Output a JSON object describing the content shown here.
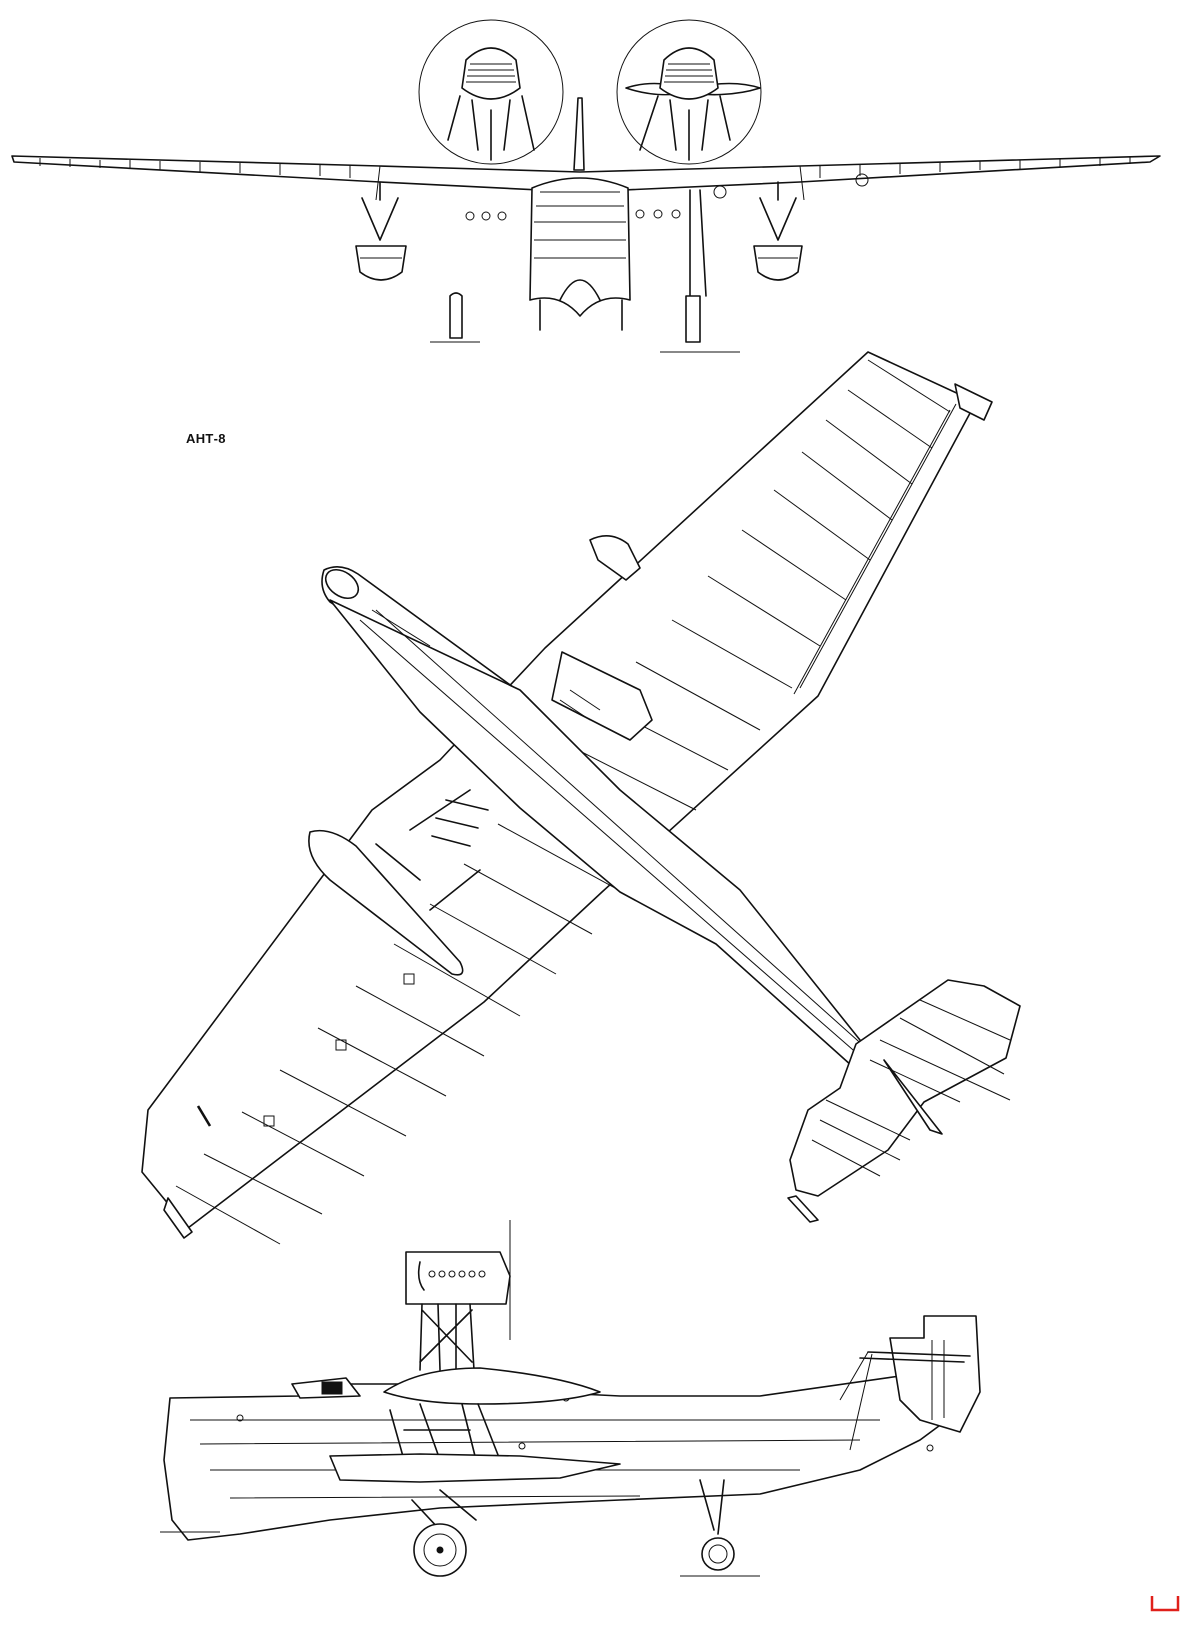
{
  "title": "АНТ-8",
  "colors": {
    "ink": "#111111",
    "paper": "#ffffff",
    "mark": "#e0201a"
  },
  "views": [
    "front-view",
    "top-view",
    "side-view"
  ]
}
